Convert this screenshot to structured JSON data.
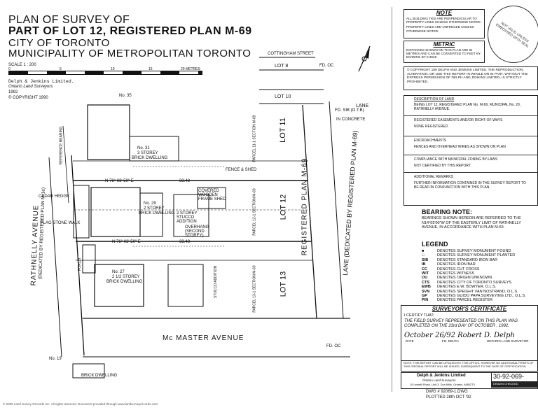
{
  "title": {
    "line1": "PLAN OF SURVEY OF",
    "line2": "PART OF LOT 12, REGISTERED PLAN M-69",
    "line3": "CITY OF TORONTO",
    "line4": "MUNICIPALITY OF METROPOLITAN TORONTO"
  },
  "scale": {
    "label": "SCALE   1 : 200",
    "ticks": [
      "0",
      "5",
      "10",
      "15",
      "20 METRES"
    ]
  },
  "surveyor_block": {
    "firm": "Delph & Jenkins Limited.",
    "sub": "Ontario Land Surveyors",
    "year": "1992",
    "copyright": "© COPYRIGHT 1990"
  },
  "plan_labels": {
    "street_top": "COTTINGHAM STREET",
    "street_bottom": "Mc MASTER   AVENUE",
    "street_left": "RATHNELLY   AVENUE",
    "street_left_sub": "(DEDICATED BY REGISTERED PLAN M-1e)",
    "lane_right": "LANE (DEDICATED BY REGISTERED PLAN M-69)",
    "lane": "LANE",
    "lot8": "LOT 8",
    "lot10": "LOT 10",
    "lot11": "LOT 11",
    "lot12": "LOT 12",
    "lot13": "LOT 13",
    "registered_plan": "REGISTERED   PLAN   M-69",
    "no35": "No. 35",
    "no31": "No. 31",
    "no31_desc1": "3 STOREY",
    "no31_desc2": "BRICK DWELLING",
    "no29": "No. 29",
    "no29_desc1": "2 STOREY",
    "no29_desc2": "BRICK DWELLING",
    "no27": "No. 27",
    "no27_desc1": "2 1/2 STOREY",
    "no27_desc2": "BRICK DWELLING",
    "no19": "No. 19",
    "no19_desc": "BRICK DWELLING",
    "addition": "2 STOREY STUCCO ADDITION",
    "frame_shed": "COVERED WOODEN FRAME SHED",
    "bearing_top": "N 76° 03' 50\" E",
    "bearing_mid": "N 76° 03' 50\" E",
    "dist1": "33.48",
    "dist2": "33.48",
    "parcel1": "PARCEL 11-1 SECTION M-69",
    "parcel2": "PARCEL 12-1 SECTION M-69",
    "parcel3": "PARCEL 13-1 SECTION M-69",
    "ref_bearing": "REFERENCE BEARING",
    "porch": "PORCH",
    "ds": "STUCCO ADDITION",
    "fdoc": "FD. OC",
    "fdssib": "FD. SIB (O.T.B)",
    "concrete": "IN CONCRETE",
    "cedar_hedge": "CEDAR HEDGE",
    "flag_walk": "FLAG STONE WALK",
    "fence_shed": "FENCE & SHED",
    "overhang": "OVERHANG (SECOND STOREY)"
  },
  "note": {
    "heading": "NOTE",
    "text1": "ALL BUILDING TIES ARE PERPENDICULAR TO PROPERTY LINES UNLESS OTHERWISE NOTED.",
    "text2": "PROPERTY LINES ARE UNFENCED UNLESS OTHERWISE NOTED."
  },
  "metric": {
    "heading": "METRIC",
    "text": "DISTANCES SHOWN ON THIS PLAN ARE IN METRES AND CAN BE CONVERTED TO FEET BY DIVIDING BY 0.3048."
  },
  "copyright_block": {
    "text": "© COPYRIGHT 199   DELPH AND JENKINS LIMITED. THE REPRODUCTION, ALTERATION, OR USE THIS REPORT IN WHOLE OR IN PART, WITHOUT THE EXPRESS PERMISSION OF DELPH AND JENKINS LIMITED, IS STRICTLY PROHIBITED."
  },
  "report": {
    "desc_head": "DESCRIPTION OF LAND",
    "desc_text": "BEING LOT 12, REGISTERED PLAN No. M-69, MUNICIPAL No. 29, RATHNELLY AVENUE.",
    "easements_head": "REGISTERED EASEMENTS AND/OR RIGHT-OF-WAYS",
    "easements_text": "NONE REGISTERED",
    "encroach_head": "ENCROACHMENTS",
    "encroach_text": "FENCES AND OVERHEAD WIRES AS SHOWN ON PLAN",
    "zoning_head": "COMPLIANCE WITH MUNICIPAL ZONING BY-LAWS",
    "zoning_text": "NOT CERTIFIED BY THIS REPORT.",
    "remarks_head": "ADDITIONAL REMARKS",
    "remarks_text": "FURTHER INFORMATION CONTAINED IN THE SURVEY REPORT TO BE READ IN CONJUNCTION WITH THIS PLAN."
  },
  "bearing_note": {
    "heading": "BEARING NOTE:",
    "text": "BEARINGS SHOWN HEREON ARE REFERRED TO THE N14°05'00\"W OF THE EASTERLY LIMIT OF RATHNELLY AVENUE, IN ACCORDANCE WITH PLAN M-69."
  },
  "legend": {
    "heading": "LEGEND",
    "items": [
      {
        "sym": "■",
        "text": "DENOTES SURVEY MONUMENT FOUND"
      },
      {
        "sym": "□",
        "text": "DENOTES SURVEY MONUMENT PLANTED"
      },
      {
        "sym": "SIB",
        "text": "DENOTES STANDARD IRON BAR"
      },
      {
        "sym": "IB",
        "text": "DENOTES IRON BAR"
      },
      {
        "sym": "CC",
        "text": "DENOTES CUT CROSS"
      },
      {
        "sym": "WIT",
        "text": "DENOTES WITNESS"
      },
      {
        "sym": "OU",
        "text": "DENOTES ORIGIN UNKNOWN"
      },
      {
        "sym": "CTS",
        "text": "DENOTES CITY OF TORONTO SURVEYS"
      },
      {
        "sym": "EWB",
        "text": "DENOTES E.W. BOWYER, O.L.S."
      },
      {
        "sym": "SVN",
        "text": "DENOTES SPEIGHT VAN NOSTRAND, O.L.S."
      },
      {
        "sym": "GP",
        "text": "DENOTES GUIDO PAPA SURVEYING LTD., O.L.S."
      },
      {
        "sym": "PIN",
        "text": "DENOTES PARCEL REGISTER"
      }
    ]
  },
  "certificate": {
    "heading": "SURVEYOR'S CERTIFICATE",
    "certify": "I CERTIFY THAT:",
    "text": "THE FIELD SURVEY REPRESENTED ON THIS PLAN WAS COMPLETED ON THE 23rd DAY OF  OCTOBER , 1992.",
    "date_label": "DATE",
    "signer": "F.B. DELPH",
    "signer_role": "ONTARIO LAND SURVEYOR",
    "signature": "October 26/92   Robert D. Delph",
    "update_note": "NOTE: THIS REPORT CAN BE UPDATED BY THIS OFFICE, HOWEVER NO ADDITIONAL PRINTS OF THIS ORIGINAL REPORT WILL BE ISSUED, SUBSEQUENT TO THE DATE OF CERTIFICATION."
  },
  "title_block": {
    "firm": "Delph & Jenkins Limited",
    "sub": "Ontario Land Surveyors",
    "address": "15 Lesmill Road, Unit 3, Don Mills, Ontario, M3B2T3",
    "job": "30-92-069-",
    "drawn": "DRAWN   CHECKED",
    "dwg": "DWG # 92069-1.DWG",
    "plotted": "PLOTTED 28th OCT '92"
  },
  "seal": {
    "text": "NOT VALID UNLESS EMBOSSED WITH SEAL"
  },
  "footer": {
    "text": "© 2009 Land Survey Records Inc. All rights reserved. Document provided through www.landsurveyrecords.com"
  }
}
